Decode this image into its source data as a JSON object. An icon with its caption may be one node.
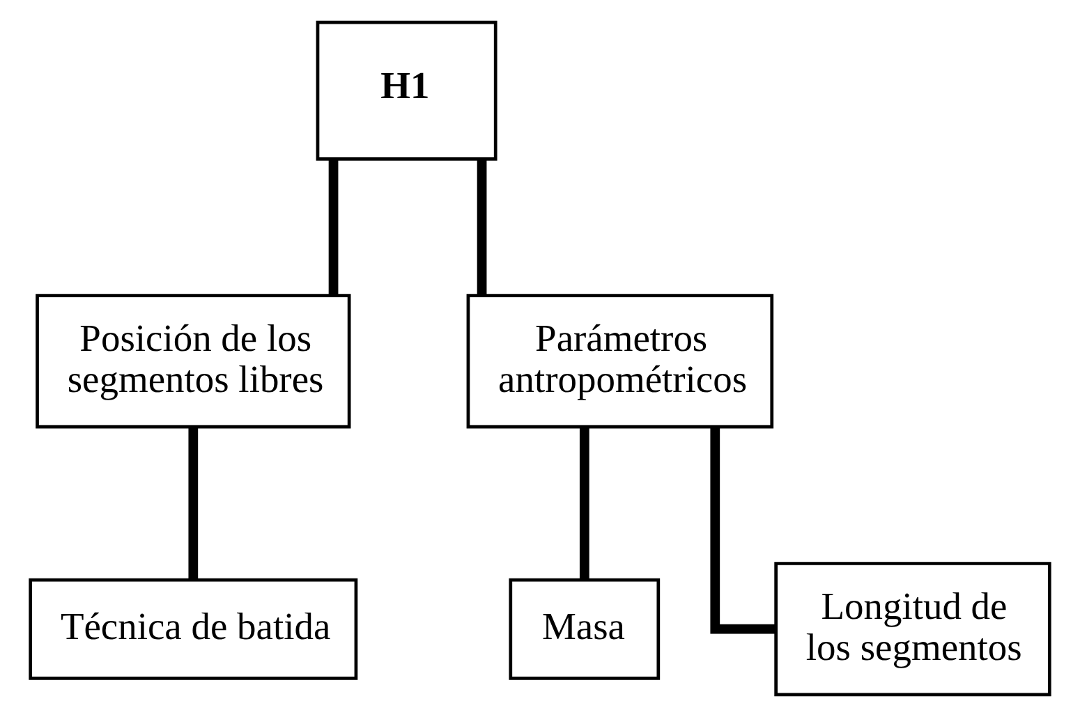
{
  "diagram": {
    "nodes": [
      {
        "text": [
          "H1"
        ]
      },
      {
        "text": [
          "Posición de los segmentos libres"
        ]
      },
      {
        "text": [
          "Parámetros antropométricos"
        ]
      },
      {
        "text": [
          "Técnica de batida"
        ]
      },
      {
        "text": [
          "Masa"
        ]
      },
      {
        "text": [
          "Longitud de los segmentos"
        ]
      }
    ],
    "edges": [
      {
        "from": 0,
        "to": 1,
        "arrow": "none"
      },
      {
        "from": 0,
        "to": 2,
        "arrow": "none"
      },
      {
        "from": 1,
        "to": 3,
        "arrow": "none"
      },
      {
        "from": 2,
        "to": 4,
        "arrow": "none"
      },
      {
        "from": 2,
        "to": 5,
        "arrow": "none"
      }
    ]
  }
}
